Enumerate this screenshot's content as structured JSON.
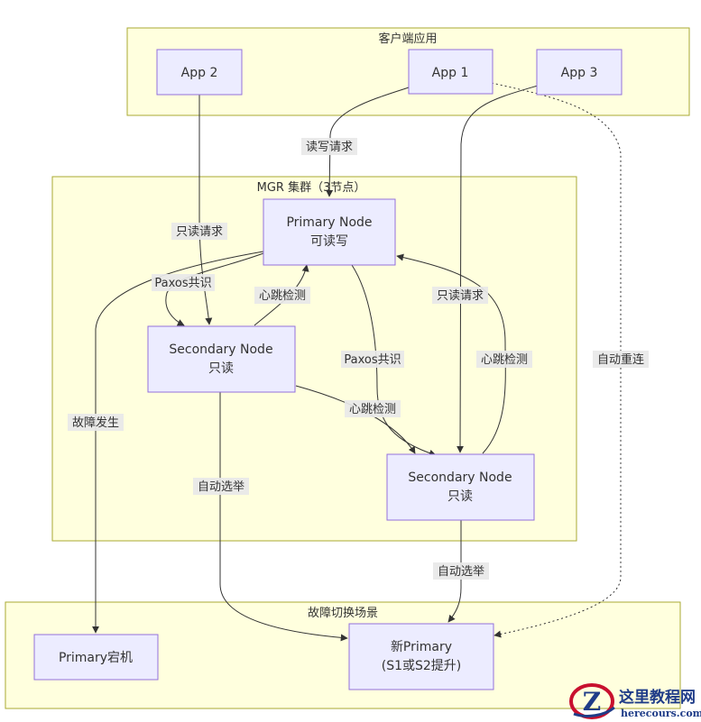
{
  "clusters": {
    "client": {
      "title": "客户端应用"
    },
    "mgr": {
      "title": "MGR 集群（3节点）"
    },
    "failover": {
      "title": "故障切换场景"
    }
  },
  "nodes": {
    "app1": {
      "label": "App 1"
    },
    "app2": {
      "label": "App 2"
    },
    "app3": {
      "label": "App 3"
    },
    "primary": {
      "line1": "Primary Node",
      "line2": "可读写"
    },
    "secondary1": {
      "line1": "Secondary Node",
      "line2": "只读"
    },
    "secondary2": {
      "line1": "Secondary Node",
      "line2": "只读"
    },
    "primary_down": {
      "label": "Primary宕机"
    },
    "new_primary": {
      "line1": "新Primary",
      "line2": "(S1或S2提升)"
    }
  },
  "edges": {
    "app1_primary": "读写请求",
    "app2_s1": "只读请求",
    "app3_s2": "只读请求",
    "app1_newprimary": "自动重连",
    "primary_s1": "Paxos共识",
    "primary_s2": "Paxos共识",
    "s1_primary": "心跳检测",
    "s2_primary": "心跳检测",
    "s1_s2": "心跳检测",
    "primary_down": "故障发生",
    "s1_newprimary": "自动选举",
    "s2_newprimary": "自动选举"
  },
  "watermark": {
    "logo_letter": "Z",
    "title": "这里教程网",
    "url": "herecours.com"
  },
  "colors": {
    "cluster_fill": "#ffffde",
    "cluster_stroke": "#aaaa33",
    "node_fill": "#ececff",
    "node_stroke": "#9370db",
    "edge": "#333333",
    "watermark_red": "#c8102e",
    "watermark_blue": "#1f3c88"
  }
}
